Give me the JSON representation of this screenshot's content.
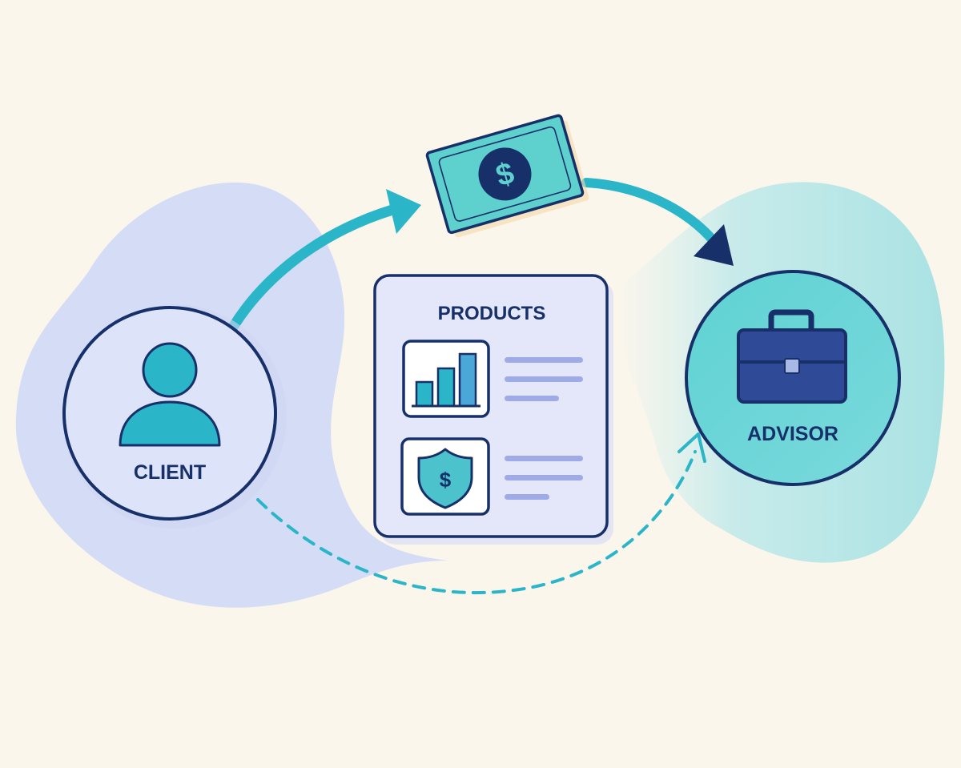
{
  "nodes": {
    "client": {
      "label": "CLIENT",
      "icon": "person-icon"
    },
    "advisor": {
      "label": "ADVISOR",
      "icon": "briefcase-icon"
    }
  },
  "products": {
    "title": "PRODUCTS",
    "items": [
      {
        "icon": "bar-chart-icon"
      },
      {
        "icon": "shield-dollar-icon"
      }
    ]
  },
  "payment": {
    "icon": "dollar-bill-icon",
    "symbol": "$"
  },
  "colors": {
    "background": "#fbf6ec",
    "navy": "#17306a",
    "teal": "#2bb5c9",
    "mint": "#7fd9d8",
    "lavender": "#dde3f8",
    "lavender_blob": "#d4dcf6"
  }
}
